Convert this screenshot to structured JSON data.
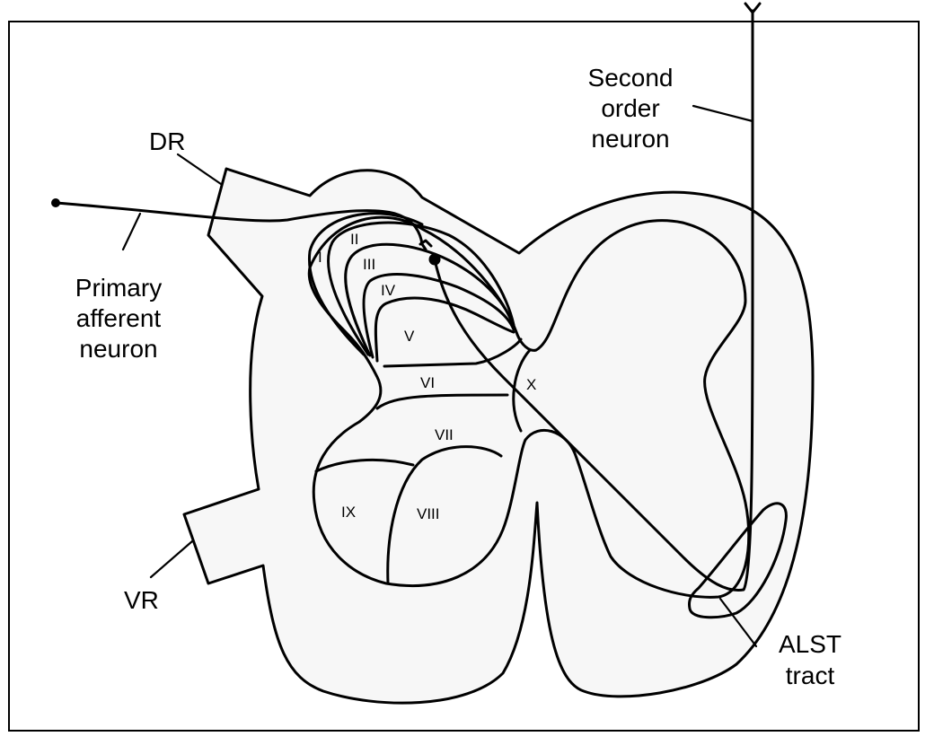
{
  "figure": {
    "subject": "Spinal cord cross-section with Rexed laminae",
    "colors": {
      "white_matter": "#f7f7f7",
      "gray_matter": "#ffffff",
      "line": "#000000",
      "frame": "#000000"
    }
  },
  "labels": {
    "dorsal_root": "DR",
    "ventral_root": "VR",
    "primary_afferent": [
      "Primary",
      "afferent",
      "neuron"
    ],
    "second_order": [
      "Second",
      "order",
      "neuron"
    ],
    "alst": [
      "ALST",
      "tract"
    ]
  },
  "laminae": [
    "I",
    "II",
    "III",
    "IV",
    "V",
    "VI",
    "VII",
    "VIII",
    "IX",
    "X"
  ]
}
